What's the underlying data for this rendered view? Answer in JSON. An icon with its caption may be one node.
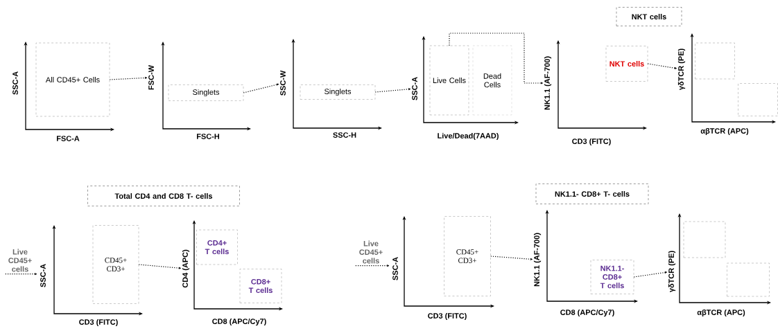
{
  "diagram": {
    "nodes": [
      {
        "text": [
          "All CD45+ Cells"
        ]
      },
      {
        "text": [
          "Singlets"
        ]
      },
      {
        "text": [
          "Singlets"
        ]
      },
      {
        "text": [
          "Live Cells"
        ]
      },
      {
        "text": [
          "Dead Cells"
        ]
      },
      {
        "text": [
          "NKT cells"
        ]
      },
      {
        "text": [
          "NKT cells"
        ]
      },
      {
        "text": [],
        "shape": "box"
      },
      {
        "text": [],
        "shape": "box"
      },
      {
        "text": [
          "Total CD4 and CD8 T- cells"
        ]
      },
      {
        "text": [
          "Live CD45+ cells"
        ]
      },
      {
        "text": [
          "CD45+ CD3+"
        ]
      },
      {
        "text": [
          "CD4+ T cells"
        ]
      },
      {
        "text": [
          "CD8+ T cells"
        ]
      },
      {
        "text": [
          "NK1.1- CD8+ T- cells"
        ]
      },
      {
        "text": [
          "Live CD45+ cells"
        ]
      },
      {
        "text": [
          "CD45+ CD3+"
        ]
      },
      {
        "text": [
          "NK1.1- CD8+ T cells"
        ]
      },
      {
        "text": [],
        "shape": "box"
      },
      {
        "text": [],
        "shape": "box"
      },
      {
        "text": [
          "FSC-W"
        ]
      },
      {
        "text": [
          "SSC-W"
        ]
      },
      {
        "text": [
          "SSC-A"
        ]
      },
      {
        "text": [
          "NK1.1 (AF-700)"
        ]
      },
      {
        "text": [
          "γδTCR (PE)"
        ]
      },
      {
        "text": [
          "SSC-A"
        ]
      },
      {
        "text": [
          "CD4 (APC)"
        ]
      },
      {
        "text": [
          "SSC-A"
        ]
      },
      {
        "text": [
          "NK1.1 (AF-700)"
        ]
      },
      {
        "text": [
          "γδTCR (PE)"
        ]
      }
    ],
    "edges": [
      {
        "from": 0,
        "to": 20,
        "arrow": "to"
      },
      {
        "from": 1,
        "to": 21,
        "arrow": "to"
      },
      {
        "from": 2,
        "to": 22,
        "arrow": "to"
      },
      {
        "from": 3,
        "to": 23,
        "arrow": "to"
      },
      {
        "from": 6,
        "to": 24,
        "arrow": "to"
      },
      {
        "from": 10,
        "to": 25,
        "arrow": "to"
      },
      {
        "from": 11,
        "to": 26,
        "arrow": "to"
      },
      {
        "from": 15,
        "to": 27,
        "arrow": "to"
      },
      {
        "from": 16,
        "to": 28,
        "arrow": "to"
      },
      {
        "from": 17,
        "to": 29,
        "arrow": "to"
      }
    ],
    "labels": [
      "SSC-A",
      "FSC-A",
      "FSC-H",
      "SSC-H",
      "Live/Dead(7AAD)",
      "CD3 (FITC)",
      "αβTCR (APC)",
      "CD3 (FITC)",
      "CD8 (APC/Cy7)",
      "CD3 (FITC)",
      "CD8 (APC/Cy7)",
      "αβTCR (APC)"
    ]
  }
}
